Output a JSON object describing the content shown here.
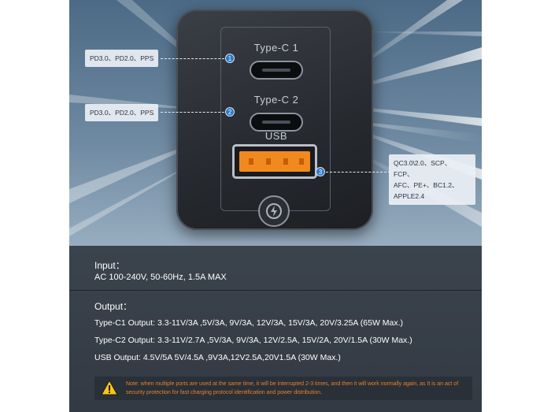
{
  "ports": {
    "c1_label": "Type-C 1",
    "c2_label": "Type-C 2",
    "usb_label": "USB"
  },
  "callouts": [
    {
      "number": "1",
      "text": "PD3.0、PD2.0、PPS"
    },
    {
      "number": "2",
      "text": "PD3.0、PD2.0、PPS"
    },
    {
      "number": "3",
      "lines": [
        "QC3.0\\2.0、SCP、FCP、",
        "AFC、PE+、BC1.2、",
        "APPLE2.4"
      ]
    }
  ],
  "specs": {
    "input_title": "Input：",
    "input_value": "AC 100-240V,   50-60Hz, 1.5A MAX",
    "output_title": "Output：",
    "c1_output": "Type-C1 Output: 3.3-11V/3A ,5V/3A,   9V/3A,   12V/3A, 15V/3A, 20V/3.25A     (65W Max.)",
    "c2_output": "Type-C2 Output:   3.3-11V/2.7A ,5V/3A,   9V/3A,   12V/2.5A, 15V/2A, 20V/1.5A  (30W Max.)",
    "usb_output": "USB Output:   4.5V/5A   5V/4.5A ,9V3A,12V2.5A,20V1.5A (30W Max.)"
  },
  "note": {
    "text": "Note: when multiple ports are used at the same time, it will be interrupted 2-3 times, and then it will work normally again, as It is an act of security protection for fast charging protocol identification and power distribution.",
    "color": "#e5812f"
  },
  "colors": {
    "accent_orange": "#f08a1e",
    "callout_blue": "#2f78c4",
    "spec_background": "#383f48"
  }
}
